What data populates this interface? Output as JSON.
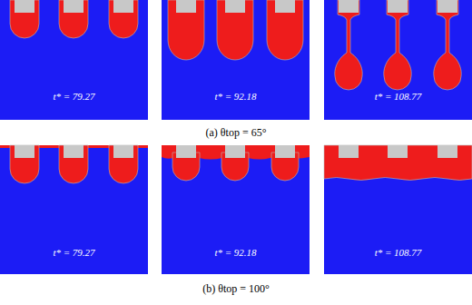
{
  "diagram": {
    "nodes": [
      {
        "text": [
          "t* = 79.27"
        ]
      },
      {
        "text": [
          "t* = 92.18"
        ]
      },
      {
        "text": [
          "t* = 108.77"
        ]
      },
      {
        "text": [
          "t* = 79.27"
        ]
      },
      {
        "text": [
          "t* = 92.18"
        ]
      },
      {
        "text": [
          "t* = 108.77"
        ]
      }
    ],
    "labels": [
      "(a) θtop = 65°",
      "(b) θtop = 100°"
    ]
  }
}
